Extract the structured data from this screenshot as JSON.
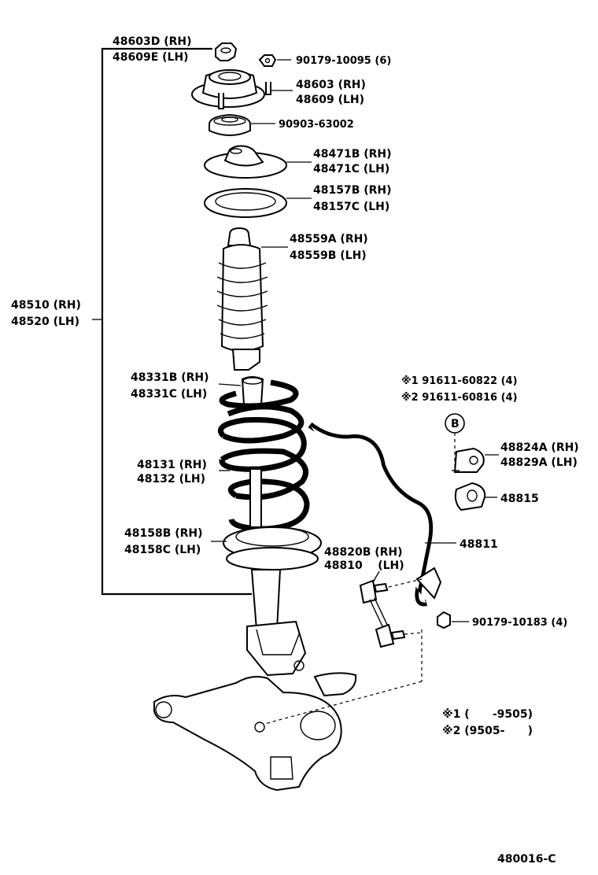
{
  "labels": {
    "upper_nut": [
      "48603D (RH)",
      "48609E (LH)"
    ],
    "mount_nut": "90179-10095 (6)",
    "support": [
      "48603 (RH)",
      "48609 (LH)"
    ],
    "bearing": "90903-63002",
    "upper_seat": [
      "48471B (RH)",
      "48471C (LH)"
    ],
    "insulator": [
      "48157B (RH)",
      "48157C (LH)"
    ],
    "boot": [
      "48559A (RH)",
      "48559B (LH)"
    ],
    "strut_assy": [
      "48510 (RH)",
      "48520 (LH)"
    ],
    "bumper": [
      "48331B (RH)",
      "48331C (LH)"
    ],
    "spring": [
      "48131 (RH)",
      "48132 (LH)"
    ],
    "lower_insulator": [
      "48158B (RH)",
      "48158C (LH)"
    ],
    "bracket_bolts": [
      "※1 91611-60822 (4)",
      "※2 91611-60816 (4)"
    ],
    "callout_b": "B",
    "bracket": [
      "48824A (RH)",
      "48829A (LH)"
    ],
    "bushing": "48815",
    "stabilizer_bar": "48811",
    "link": [
      "48820B (RH)",
      "48810    (LH)"
    ],
    "link_nut": "90179-10183 (4)",
    "note1": "※1 (      -9505)",
    "note2": "※2 (9505-      )",
    "diagram_code": "480016-C"
  }
}
